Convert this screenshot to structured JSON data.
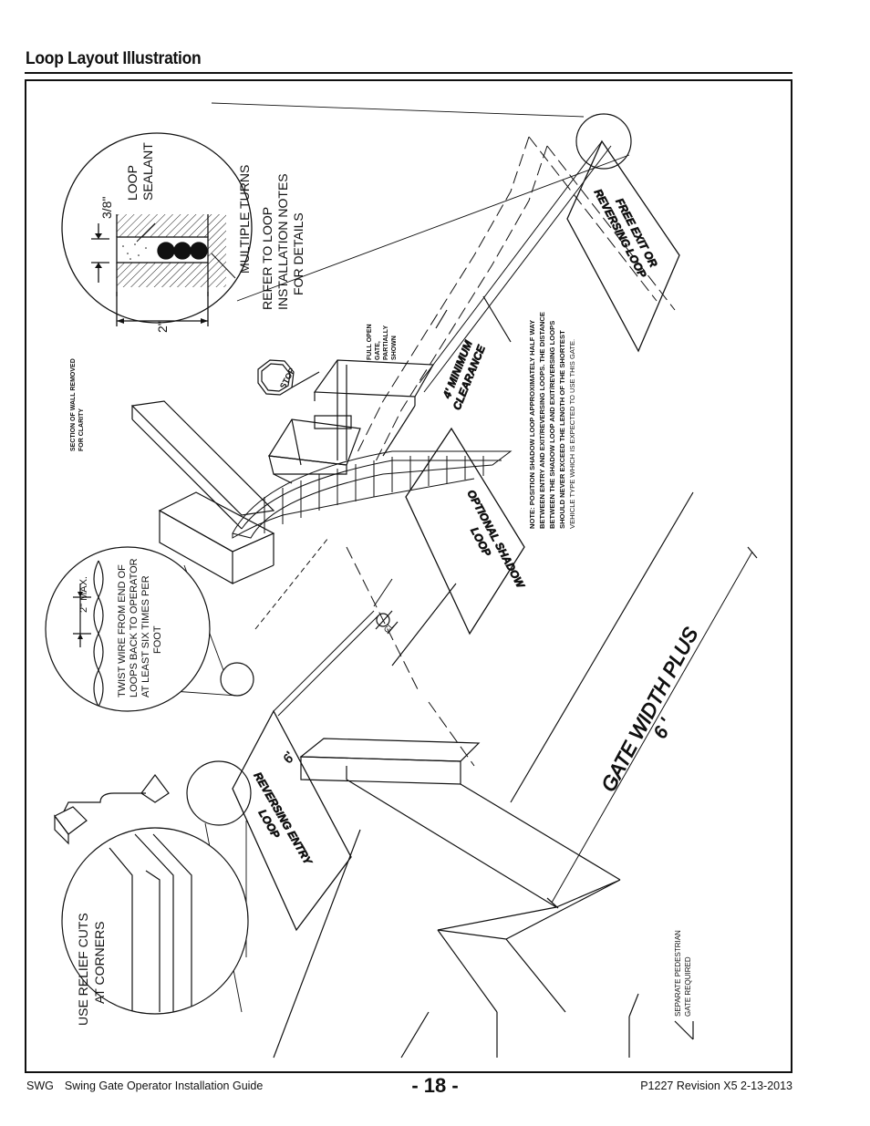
{
  "page": {
    "title": "Loop Layout Illustration",
    "footer_code": "SWG",
    "footer_guide": "Swing Gate Operator Installation Guide",
    "page_number": "- 18 -",
    "revision": "P1227 Revision X5 2-13-2013"
  },
  "labels": {
    "sealant": [
      "LOOP",
      "SEALANT"
    ],
    "dim_38": "3/8\"",
    "dim_2": "2\"",
    "multiple_turns": "MULTIPLE TURNS",
    "refer_notes": [
      "REFER TO LOOP",
      "INSTALLATION NOTES",
      "FOR DETAILS"
    ],
    "wall_removed": [
      "SECTION OF WALL REMOVED",
      "FOR CLARITY"
    ],
    "full_open": [
      "FULL OPEN",
      "GATE,",
      "PARTIALLY",
      "SHOWN"
    ],
    "clearance": [
      "4' MINIMUM",
      "CLEARANCE"
    ],
    "note": [
      "NOTE: POSITION SHADOW LOOP APPROXIMATELY HALF WAY",
      "BETWEEN ENTRY AND EXIT/REVERSING LOOPS. THE DISTANCE",
      "BETWEEN THE SHADOW LOOP AND EXIT/REVERSING LOOPS",
      "SHOULD NEVER EXCEED THE LENGTH OF THE SHORTEST",
      "VEHICLE TYPE WHICH IS EXPECTED TO USE THIS GATE."
    ],
    "free_exit": [
      "FREE EXIT OR",
      "REVERSING LOOP"
    ],
    "shadow_loop": [
      "OPTIONAL SHADOW",
      "LOOP"
    ],
    "twist_max": "2\" MAX.",
    "twist_text": [
      "TWIST WIRE FROM END OF",
      "LOOPS BACK TO OPERATOR",
      "AT LEAST SIX TIMES PER",
      "FOOT"
    ],
    "stop": "STOP",
    "centerline": "CL",
    "gate_width": [
      "GATE WIDTH PLUS",
      "6 '"
    ],
    "entry_loop": [
      "REVERSING ENTRY",
      "LOOP"
    ],
    "six_ft": "6'",
    "relief_cuts": [
      "USE RELIEF CUTS",
      "AT CORNERS"
    ],
    "pedestrian": [
      "SEPARATE PEDESTRIAN",
      "GATE REQUIRED"
    ]
  }
}
